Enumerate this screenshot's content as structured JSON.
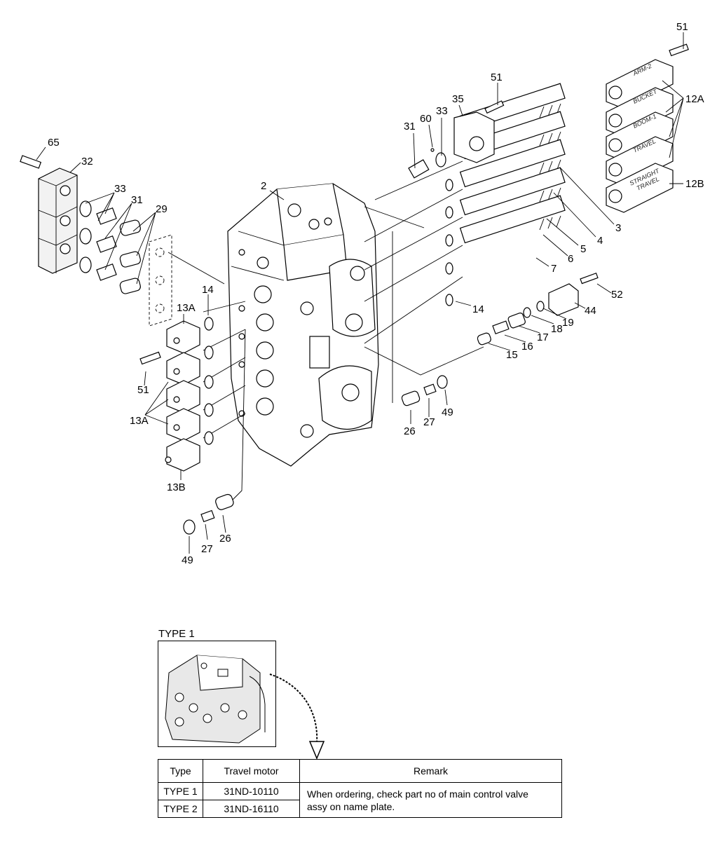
{
  "callouts": {
    "c65": "65",
    "c32": "32",
    "c33a": "33",
    "c31a": "31",
    "c29": "29",
    "c2": "2",
    "c31b": "31",
    "c60": "60",
    "c33b": "33",
    "c35": "35",
    "c51a": "51",
    "c51b": "51",
    "c51c": "51",
    "c12a": "12A",
    "c12b": "12B",
    "c3": "3",
    "c4": "4",
    "c5": "5",
    "c6": "6",
    "c7": "7",
    "c14a": "14",
    "c14b": "14",
    "c13a_top": "13A",
    "c13a_group": "13A",
    "c13b": "13B",
    "c52": "52",
    "c44": "44",
    "c19": "19",
    "c18": "18",
    "c17": "17",
    "c16": "16",
    "c15": "15",
    "c26a": "26",
    "c27a": "27",
    "c49a": "49",
    "c26b": "26",
    "c27b": "27",
    "c49b": "49"
  },
  "plate_stamps": {
    "arm2": "ARM-2",
    "bucket": "BUCKET",
    "boom1": "BOOM-1",
    "travel": "TRAVEL",
    "straight_travel_1": "STRAIGHT",
    "straight_travel_2": "TRAVEL"
  },
  "type_section": {
    "label": "TYPE 1"
  },
  "table": {
    "headers": [
      "Type",
      "Travel motor",
      "Remark"
    ],
    "rows": [
      {
        "type": "TYPE 1",
        "travel_motor": "31ND-10110"
      },
      {
        "type": "TYPE 2",
        "travel_motor": "31ND-16110"
      }
    ],
    "remark_line1": "When ordering, check part no of main control valve",
    "remark_line2": "assy on name plate."
  }
}
